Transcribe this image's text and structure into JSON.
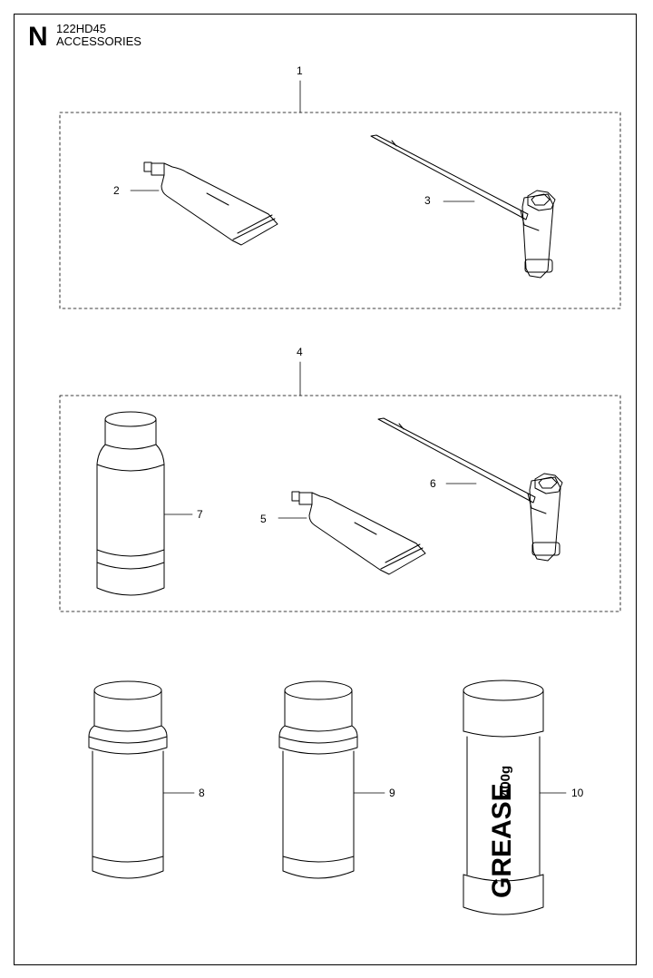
{
  "header": {
    "section_letter": "N",
    "model": "122HD45",
    "title": "ACCESSORIES"
  },
  "callouts": {
    "c1": "1",
    "c2": "2",
    "c3": "3",
    "c4": "4",
    "c5": "5",
    "c6": "6",
    "c7": "7",
    "c8": "8",
    "c9": "9",
    "c10": "10"
  },
  "cartridge_label": {
    "product": "GREASE",
    "weight": "400g"
  }
}
